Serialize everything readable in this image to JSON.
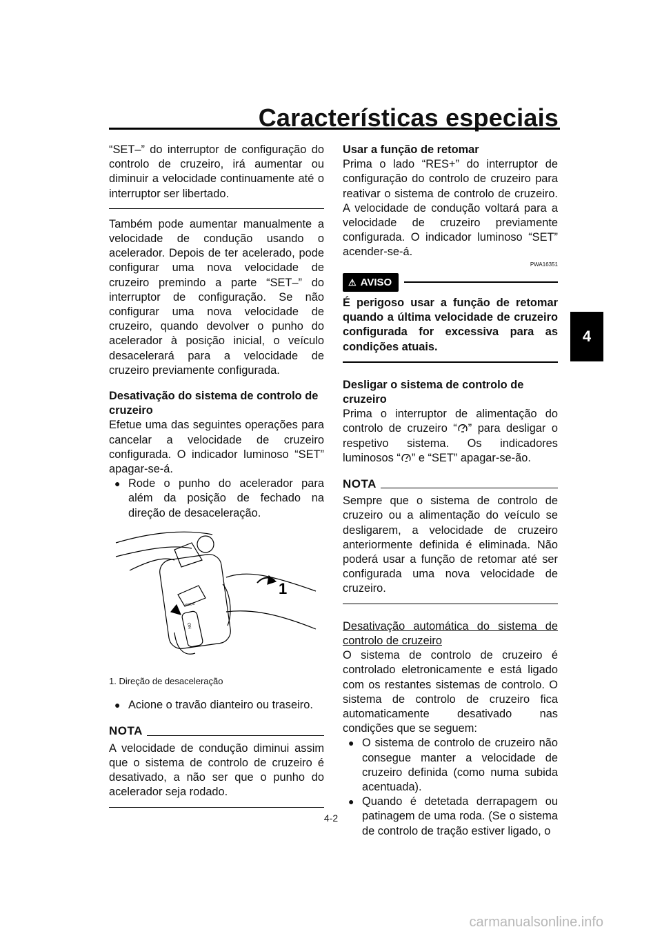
{
  "header": {
    "title": "Características especiais",
    "chapter_tab": "4"
  },
  "left": {
    "p1": "“SET–” do interruptor de configuração do controlo de cruzeiro, irá aumentar ou diminuir a velocidade continuamente até o interruptor ser libertado.",
    "p2": "Também pode aumentar manualmente a velocidade de condução usando o acelerador. Depois de ter acelerado, pode configurar uma nova velocidade de cruzeiro premindo a parte “SET–” do interruptor de configuração. Se não configurar uma nova velocidade de cruzeiro, quando devolver o punho do acelerador à posição inicial, o veículo desacelerará para a velocidade de cruzeiro previamente configurada.",
    "h1": "Desativação do sistema de controlo de cruzeiro",
    "p3": "Efetue uma das seguintes operações para cancelar a velocidade de cruzeiro configurada. O indicador luminoso “SET” apagar-se-á.",
    "b1": "Rode o punho do acelerador para além da posição de fechado na direção de desaceleração.",
    "figure_label": "1",
    "figure_text_mode": "MODE",
    "figure_text_on": "ON",
    "caption": "1.  Direção de desaceleração",
    "b2": "Acione o travão dianteiro ou traseiro.",
    "nota_label": "NOTA",
    "nota_text": "A velocidade de condução diminui assim que o sistema de controlo de cruzeiro é desativado, a não ser que o punho do acelerador seja rodado."
  },
  "right": {
    "h1": "Usar a função de retomar",
    "p1": "Prima o lado “RES+” do interruptor de configuração do controlo de cruzeiro para reativar o sistema de controlo de cruzeiro. A velocidade de condução voltará para a velocidade de cruzeiro previamente configurada. O indicador luminoso “SET” acender-se-á.",
    "aviso_code": "PWA16351",
    "aviso_label": "AVISO",
    "aviso_text": "É perigoso usar a função de retomar quando a última velocidade de cruzeiro configurada for excessiva para as condições atuais.",
    "h2": "Desligar o sistema de controlo de cruzeiro",
    "p2a": "Prima o interruptor de alimentação do controlo de cruzeiro “",
    "p2b": "” para desligar o respetivo sistema. Os indicadores luminosos “",
    "p2c": "” e “SET” apagar-se-ão.",
    "nota_label": "NOTA",
    "nota_text": "Sempre que o sistema de controlo de cruzeiro ou a alimentação do veículo se desligarem, a velocidade de cruzeiro anteriormente definida é eliminada. Não poderá usar a função de retomar até ser configurada uma nova velocidade de cruzeiro.",
    "h3": "Desativação automática do sistema de controlo de cruzeiro",
    "p3": "O sistema de controlo de cruzeiro é controlado eletronicamente e está ligado com os restantes sistemas de controlo. O sistema de controlo de cruzeiro fica automaticamente desativado nas condições que se seguem:",
    "b1": "O sistema de controlo de cruzeiro não consegue manter a velocidade de cruzeiro definida (como numa subida acentuada).",
    "b2": "Quando é detetada derrapagem ou patinagem de uma roda. (Se o sistema de controlo de tração estiver ligado, o"
  },
  "footer": {
    "page_number": "4-2",
    "watermark": "carmanualsonline.info"
  }
}
